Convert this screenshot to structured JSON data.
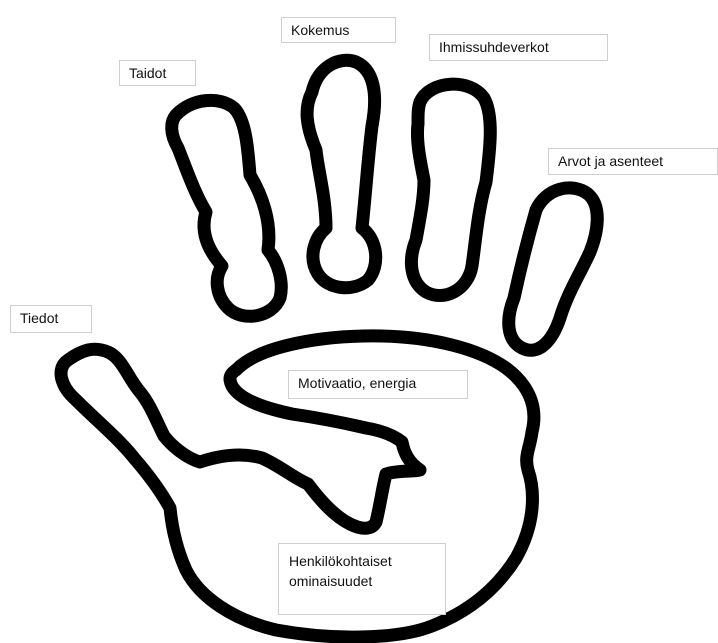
{
  "diagram": {
    "labels": {
      "kokemus": "Kokemus",
      "taidot": "Taidot",
      "ihmissuhdeverkot": "Ihmissuhdeverkot",
      "arvot": "Arvot ja asenteet",
      "tiedot": "Tiedot",
      "motivaatio": "Motivaatio, energia",
      "henkilokohtaiset_line1": "Henkilökohtaiset",
      "henkilokohtaiset_line2": "ominaisuudet"
    },
    "outline_color": "#000000",
    "label_border_color": "#cfcfcf",
    "background": "#ffffff"
  }
}
